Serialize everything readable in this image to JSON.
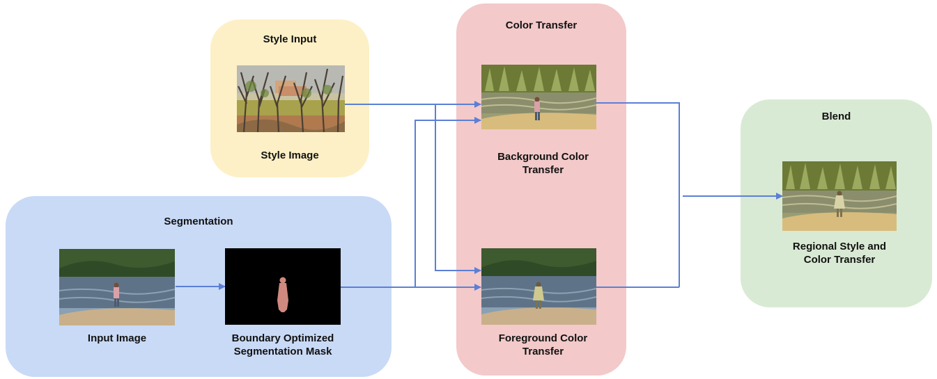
{
  "style_input": {
    "title": "Style Input",
    "image_label": "Style Image"
  },
  "segmentation": {
    "title": "Segmentation",
    "input_label": "Input Image",
    "mask_label_line1": "Boundary Optimized",
    "mask_label_line2": "Segmentation Mask"
  },
  "color_transfer": {
    "title": "Color Transfer",
    "background_label_line1": "Background Color",
    "background_label_line2": "Transfer",
    "foreground_label_line1": "Foreground Color",
    "foreground_label_line2": "Transfer"
  },
  "blend": {
    "title": "Blend",
    "output_label_line1": "Regional Style and",
    "output_label_line2": "Color Transfer"
  },
  "colors": {
    "style_panel": "#fdf0c6",
    "segmentation_panel": "#c9daf6",
    "color_transfer_panel": "#f3c9c9",
    "blend_panel": "#d9ead4",
    "arrow": "#5b7fd6"
  }
}
